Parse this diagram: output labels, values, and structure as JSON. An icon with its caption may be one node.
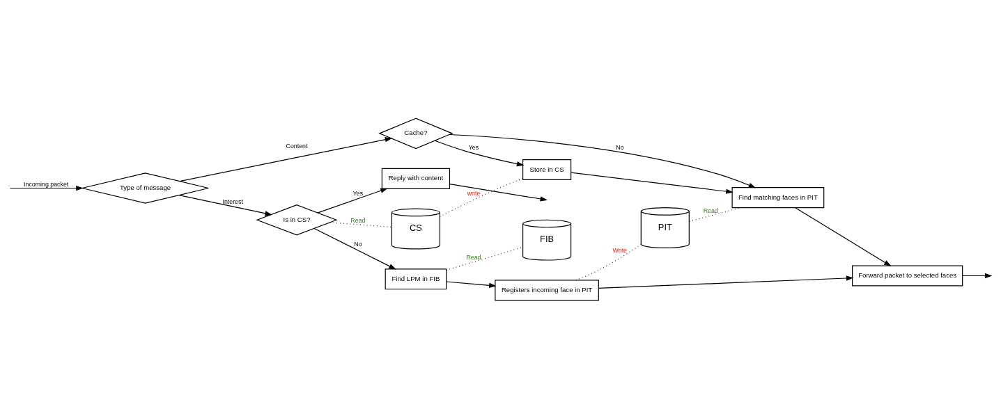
{
  "diagram": {
    "nodes": [
      {
        "text": [
          "Reply with content"
        ]
      },
      {
        "text": [
          "Is in CS?"
        ]
      },
      {
        "text": [
          "Find LPM in FIB"
        ]
      },
      {
        "text": [
          "Registers incoming face in PIT"
        ]
      },
      {
        "text": [
          "Type of message"
        ]
      },
      {
        "text": [
          "CS"
        ]
      },
      {
        "text": [
          "FIB"
        ]
      },
      {
        "text": [
          "PIT"
        ]
      },
      {
        "text": [
          "Forward packet to selected faces"
        ]
      },
      {
        "text": [
          "Store in CS"
        ]
      },
      {
        "text": [
          "Cache?"
        ]
      },
      {
        "text": [
          "Find matching faces in PIT"
        ]
      }
    ],
    "edges": [
      {
        "from": null,
        "to": 4,
        "arrow": "to",
        "label": "Incoming packet"
      },
      {
        "from": 4,
        "to": 1,
        "arrow": "to",
        "label": "Interest"
      },
      {
        "from": 4,
        "to": 10,
        "arrow": "to",
        "label": "Content"
      },
      {
        "from": 1,
        "to": 0,
        "arrow": "to",
        "label": "Yes"
      },
      {
        "from": 1,
        "to": 2,
        "arrow": "to",
        "label": "No"
      },
      {
        "from": 2,
        "to": 3,
        "arrow": "to"
      },
      {
        "from": 3,
        "to": 8,
        "arrow": "to"
      },
      {
        "from": 1,
        "to": 5,
        "arrow": "none",
        "label": "Read",
        "style": "dashed"
      },
      {
        "from": 2,
        "to": 6,
        "arrow": "none",
        "label": "Read",
        "style": "dashed"
      },
      {
        "from": 3,
        "to": 7,
        "arrow": "none",
        "label": "Write",
        "style": "dashed"
      },
      {
        "from": 5,
        "to": 9,
        "arrow": "none",
        "label": "write",
        "style": "dashed"
      },
      {
        "from": 7,
        "to": 11,
        "arrow": "none",
        "label": "Read",
        "style": "dashed"
      },
      {
        "from": 10,
        "to": 9,
        "arrow": "to",
        "label": "Yes"
      },
      {
        "from": 10,
        "to": 11,
        "arrow": "to",
        "label": "No"
      },
      {
        "from": 9,
        "to": 11,
        "arrow": "to"
      },
      {
        "from": 11,
        "to": 8,
        "arrow": "to"
      },
      {
        "from": 8,
        "to": null,
        "arrow": "to"
      },
      {
        "from": 0,
        "to": null,
        "arrow": "to"
      }
    ]
  }
}
